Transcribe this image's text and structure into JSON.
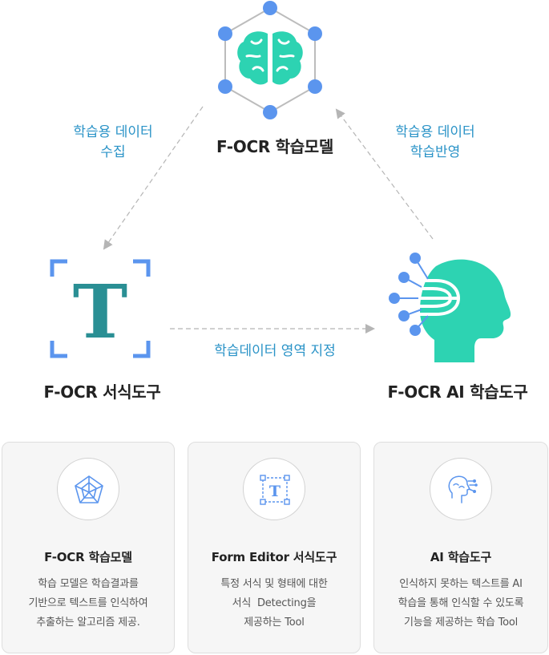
{
  "diagram": {
    "nodes": {
      "model": {
        "title": "F-OCR 학습모델",
        "icon": "brain-network-icon"
      },
      "form_tool": {
        "title": "F-OCR 서식도구",
        "icon": "text-frame-icon"
      },
      "ai_tool": {
        "title": "F-OCR AI 학습도구",
        "icon": "ai-head-icon"
      }
    },
    "edges": {
      "collect": {
        "lines": [
          "학습용 데이터",
          "수집"
        ]
      },
      "reflect": {
        "lines": [
          "학습용 데이터",
          "학습반영"
        ]
      },
      "area": {
        "lines": [
          "학습데이터 영역 지정"
        ]
      }
    }
  },
  "cards": [
    {
      "title": "F-OCR 학습모델",
      "icon": "pentagon-radar-icon",
      "desc": [
        "학습 모델은 학습결과를",
        "기반으로 텍스트를 인식하여",
        "추출하는 알고리즘 제공."
      ]
    },
    {
      "title": "Form Editor 서식도구",
      "icon": "text-box-icon",
      "desc": [
        "특정 서식 및 형태에 대한",
        "서식  Detecting을",
        "제공하는 Tool"
      ]
    },
    {
      "title": "AI 학습도구",
      "icon": "head-circuit-icon",
      "desc": [
        "인식하지 못하는 텍스트를 AI",
        "학습을 통해 인식할 수 있도록",
        "기능을 제공하는 학습 Tool"
      ]
    }
  ],
  "colors": {
    "accent_blue": "#2a93c7",
    "node_blue": "#5b95ee",
    "teal": "#2dd3b2",
    "t_teal": "#2a8f94",
    "arrow_gray": "#b5b5b5",
    "card_bg": "#f6f6f6"
  }
}
